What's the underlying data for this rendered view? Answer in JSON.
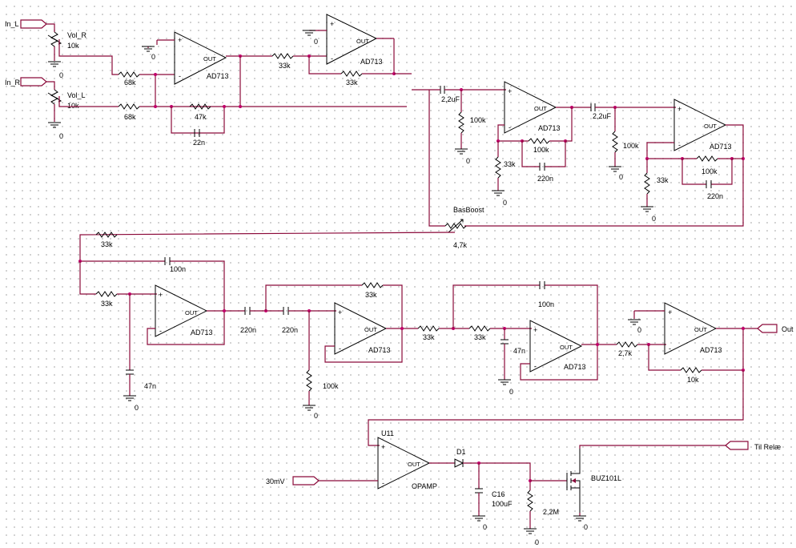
{
  "ports": {
    "in_l": "In_L",
    "in_r": "In_R",
    "out": "Out",
    "til_relae": "Til Relæ",
    "ref_30mv": "30mV"
  },
  "potentiometers": {
    "vol_r_name": "Vol_R",
    "vol_r_value": "10k",
    "vol_l_name": "Vol_L",
    "vol_l_value": "10k",
    "basboost_name": "BasBoost",
    "basboost_value": "4,7k"
  },
  "opamps": {
    "part": "AD713",
    "out_pin": "OUT",
    "plus": "+",
    "minus": "-",
    "comparator_ref": "U11",
    "comparator_part": "OPAMP"
  },
  "resistors": {
    "r68k_a": "68k",
    "r68k_b": "68k",
    "r47k": "47k",
    "r33k_mid": "33k",
    "r33k_fb": "33k",
    "r100k_a": "100k",
    "r33k_a": "33k",
    "r100k_fb_a": "100k",
    "r100k_b": "100k",
    "r33k_b": "33k",
    "r100k_fb_b": "100k",
    "r33k_top": "33k",
    "r33k_left": "33k",
    "r100k_c": "100k",
    "r33k_fb_c": "33k",
    "r33k_d": "33k",
    "r33k_e": "33k",
    "r2_7k": "2,7k",
    "r10k": "10k",
    "r2_2m": "2,2M"
  },
  "capacitors": {
    "c22n": "22n",
    "c2_2uf_a": "2,2uF",
    "c2_2uf_b": "2,2uF",
    "c220n_a": "220n",
    "c220n_b": "220n",
    "c100n_a": "100n",
    "c47n_a": "47n",
    "c220n_c": "220n",
    "c220n_d": "220n",
    "c100n_b": "100n",
    "c47n_b": "47n",
    "c16_name": "C16",
    "c16_value": "100uF"
  },
  "semis": {
    "diode": "D1",
    "mosfet": "BUZ101L"
  },
  "ground": "0"
}
